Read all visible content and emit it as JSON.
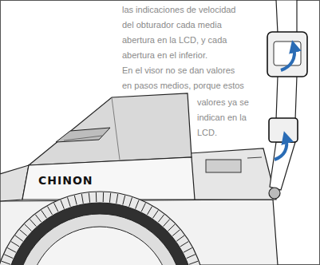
{
  "diagram": {
    "labels": [
      "las indicaciones de velocidad",
      "del obturador cada media",
      "abertura en la LCD, y cada",
      "abertura en el inferior.",
      "En el visor no se dan valores",
      "en pasos medios, porque estos",
      "valores ya se",
      "indican en la",
      "LCD.",
      "CHINON"
    ]
  }
}
